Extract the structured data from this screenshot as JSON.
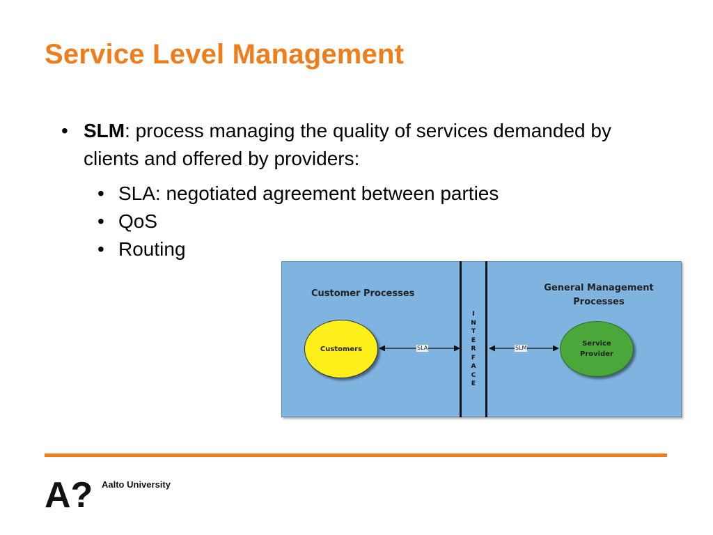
{
  "slide": {
    "title": "Service Level Management",
    "bullet": {
      "term": "SLM",
      "text": ": process managing the quality of services demanded by clients and offered by providers:"
    },
    "sub_bullets": [
      "SLA: negotiated agreement between parties",
      "QoS",
      "Routing"
    ]
  },
  "diagram": {
    "left_label": "Customer Processes",
    "right_label_line1": "General Management",
    "right_label_line2": "Processes",
    "interface_letters": [
      "I",
      "N",
      "T",
      "E",
      "R",
      "F",
      "A",
      "C",
      "E"
    ],
    "customers_node": "Customers",
    "provider_node_line1": "Service",
    "provider_node_line2": "Provider",
    "sla_label": "SLA",
    "slm_label": "SLM",
    "colors": {
      "panel": "#7fb3e0",
      "customers": "#ffef1a",
      "provider": "#4aa83a"
    }
  },
  "footer": {
    "logo_mark": "A?",
    "university": "Aalto University",
    "accent_color": "#f07d1b"
  }
}
